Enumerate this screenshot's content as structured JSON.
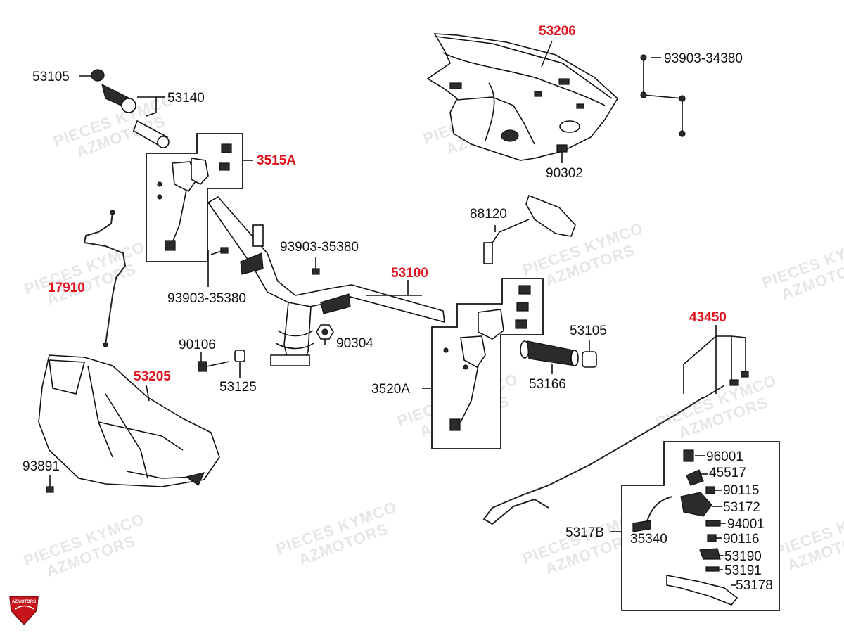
{
  "colors": {
    "highlight": "#e0121b",
    "ink": "#111111",
    "watermark": "#e6e6e6",
    "logo": "#c8141b"
  },
  "watermark": {
    "line1": "PIECES KYMCO",
    "line2": "AZMOTORS"
  },
  "logo": {
    "text": "AZMOTORS",
    "icon": "shield-logo-icon"
  },
  "labels": {
    "p53206": "53206",
    "p93903_34380": "93903-34380",
    "p53105_a": "53105",
    "p53140": "53140",
    "p3515A": "3515A",
    "p90302": "90302",
    "p88120": "88120",
    "p93903_35380_a": "93903-35380",
    "p93903_35380_b": "93903-35380",
    "p53100": "53100",
    "p17910": "17910",
    "p43450": "43450",
    "p53105_b": "53105",
    "p90106": "90106",
    "p90304": "90304",
    "p53205": "53205",
    "p53166": "53166",
    "p53125": "53125",
    "p3520A": "3520A",
    "p96001": "96001",
    "p45517": "45517",
    "p93891": "93891",
    "p90115": "90115",
    "p53172": "53172",
    "p94001": "94001",
    "p5317B": "5317B",
    "p35340": "35340",
    "p90116": "90116",
    "p53190": "53190",
    "p53191": "53191",
    "p53178": "53178"
  }
}
